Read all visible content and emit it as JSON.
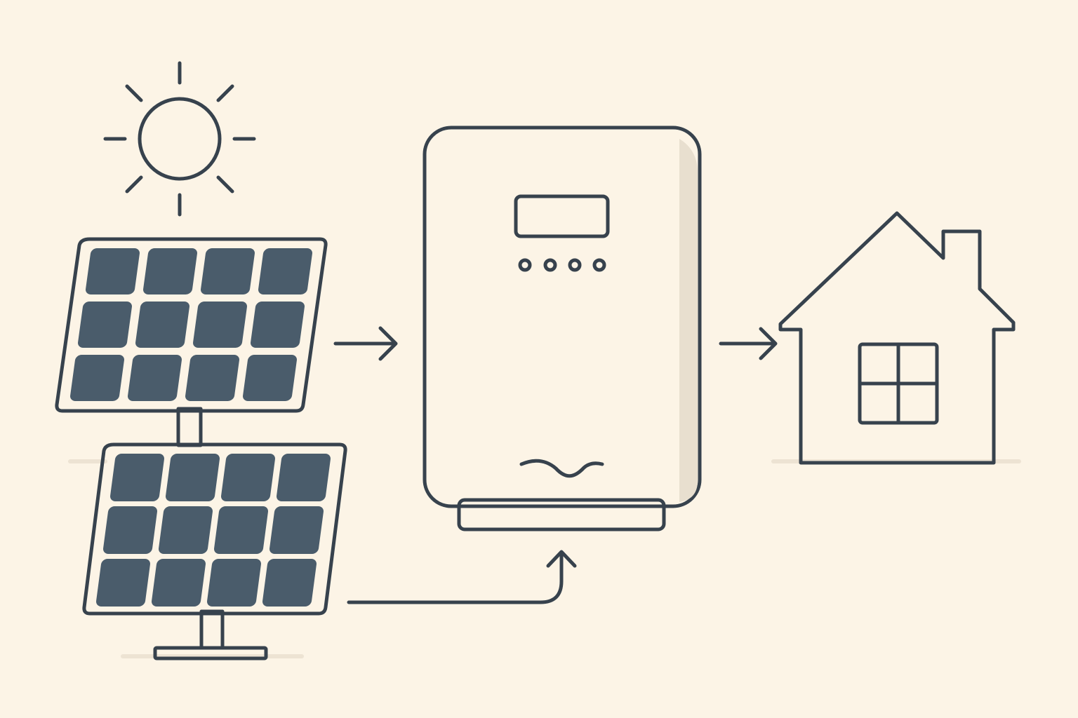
{
  "colors": {
    "background": "#FCF4E6",
    "ink": "#37424D",
    "sun_fill": "#FDE7C6",
    "panel_frame": "#FBF6EC",
    "panel_cell": "#4A5C6B",
    "mount": "#A3A5A7",
    "inverter_body": "#FDF8EF",
    "inverter_shadow": "#E8DFCF",
    "inverter_base": "#A8A8A8",
    "display": "#8FBFA8",
    "ground": "#EDE3D3",
    "house_fill": "#FDF6EA"
  },
  "icons": {
    "sun": "sun-icon",
    "panel_top": "solar-panel-icon",
    "panel_bottom": "solar-panel-icon",
    "inverter": "inverter-icon",
    "ac_symbol": "sine-wave-icon",
    "house": "house-icon"
  },
  "flow": {
    "nodes": [
      "sun",
      "solar-panel-top",
      "solar-panel-bottom",
      "inverter",
      "house"
    ],
    "connections": [
      {
        "from": "solar-panel-top",
        "to": "inverter"
      },
      {
        "from": "solar-panel-bottom",
        "to": "inverter"
      },
      {
        "from": "inverter",
        "to": "house"
      }
    ]
  },
  "inverter": {
    "indicator_count": 4
  },
  "solar_panel": {
    "rows": 3,
    "columns": 4
  }
}
